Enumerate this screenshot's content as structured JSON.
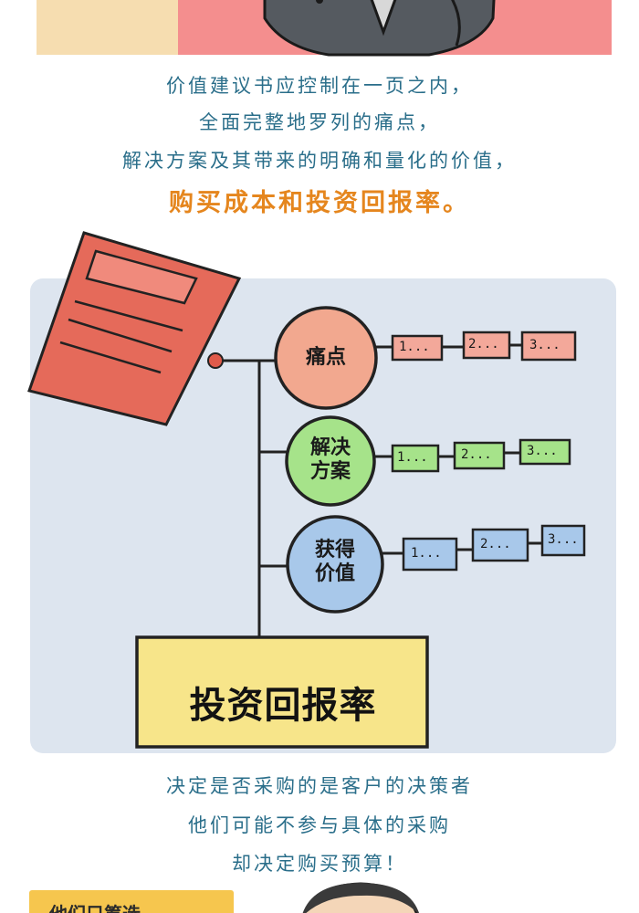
{
  "captions": {
    "line1": "价值建议书应控制在一页之内，",
    "line2": "全面完整地罗列的痛点，",
    "line3": "解决方案及其带来的明确和量化的价值，",
    "highlight": "购买成本和投资回报率。",
    "line4": "决定是否采购的是客户的决策者",
    "line5": "他们可能不参与具体的采购",
    "line6": "却决定购买预算！"
  },
  "diagram": {
    "nodes": [
      {
        "line1": "痛点",
        "line2": "",
        "color": "#f2a88f",
        "items": [
          "1...",
          "2...",
          "3..."
        ],
        "item_color": "#f3a89a"
      },
      {
        "line1": "解决",
        "line2": "方案",
        "color": "#a6e38a",
        "items": [
          "1...",
          "2...",
          "3..."
        ],
        "item_color": "#a6e38a"
      },
      {
        "line1": "获得",
        "line2": "价值",
        "color": "#a8c8ea",
        "items": [
          "1...",
          "2...",
          "3..."
        ],
        "item_color": "#a8c8ea"
      }
    ],
    "roi_label": "投资回报率",
    "colors": {
      "panel": "#dde5ef",
      "document": "#e56a5a",
      "roi_box": "#f7e58a",
      "dot": "#e05a4a"
    }
  },
  "bottom": {
    "tag_text": "他们只筹选"
  }
}
